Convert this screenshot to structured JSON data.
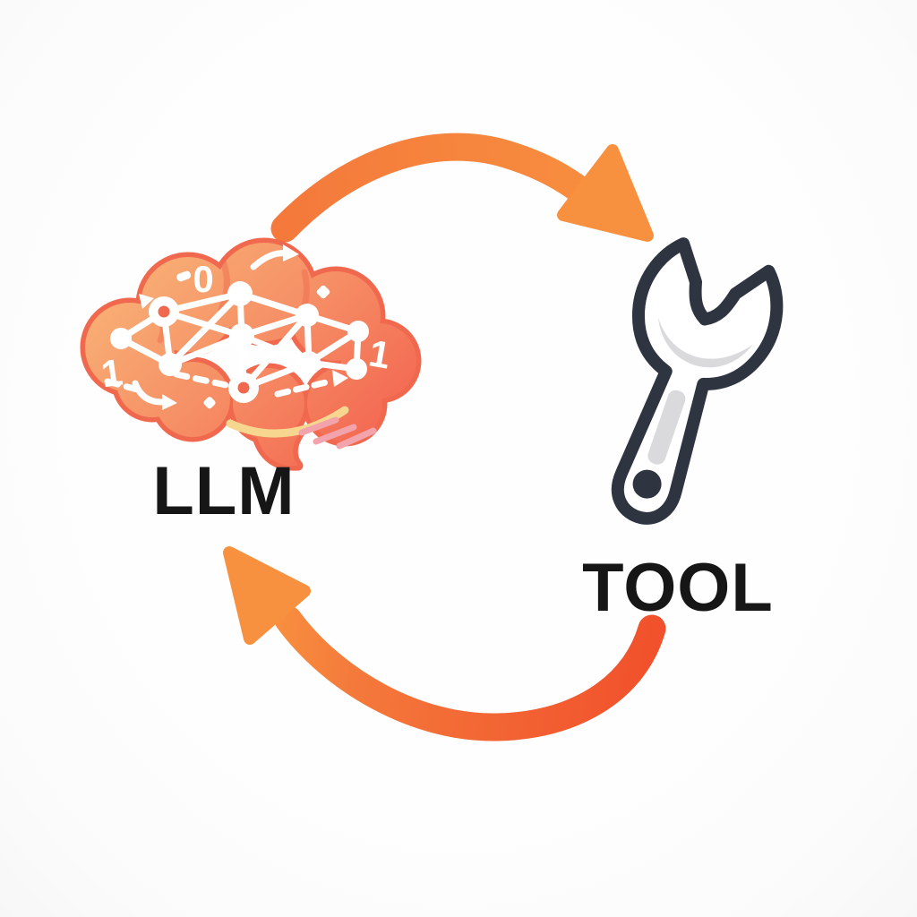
{
  "diagram": {
    "type": "cycle-diagram",
    "nodes": [
      {
        "id": "llm",
        "label": "LLM",
        "icon": "brain-neural-network-icon"
      },
      {
        "id": "tool",
        "label": "TOOL",
        "icon": "wrench-icon"
      }
    ],
    "arrows": [
      {
        "id": "top-arrow",
        "from": "LLM",
        "to": "TOOL",
        "shape": "arc",
        "direction": "clockwise"
      },
      {
        "id": "bottom-arrow",
        "from": "TOOL",
        "to": "LLM",
        "shape": "arc",
        "direction": "clockwise"
      }
    ],
    "brain_digits": [
      "0",
      "1",
      "1"
    ],
    "colors": {
      "background": "#FDFDFD",
      "arrow_orange": "#F4793B",
      "arrow_orange_light": "#F8913F",
      "arrow_red": "#F1512C",
      "brain_outline": "#F0694E",
      "brain_fill_light": "#F8B276",
      "brain_fill_mid": "#F69066",
      "brain_fill_deep": "#F36852",
      "network_white": "#FFFFFF",
      "brain_highlight_yellow": "#F7D78F",
      "brain_stripe_pink": "#F2A3AB",
      "wrench_outline": "#2E3440",
      "wrench_fill": "#FFFFFF",
      "wrench_shade": "#DADADD",
      "label_color": "#161616"
    }
  }
}
